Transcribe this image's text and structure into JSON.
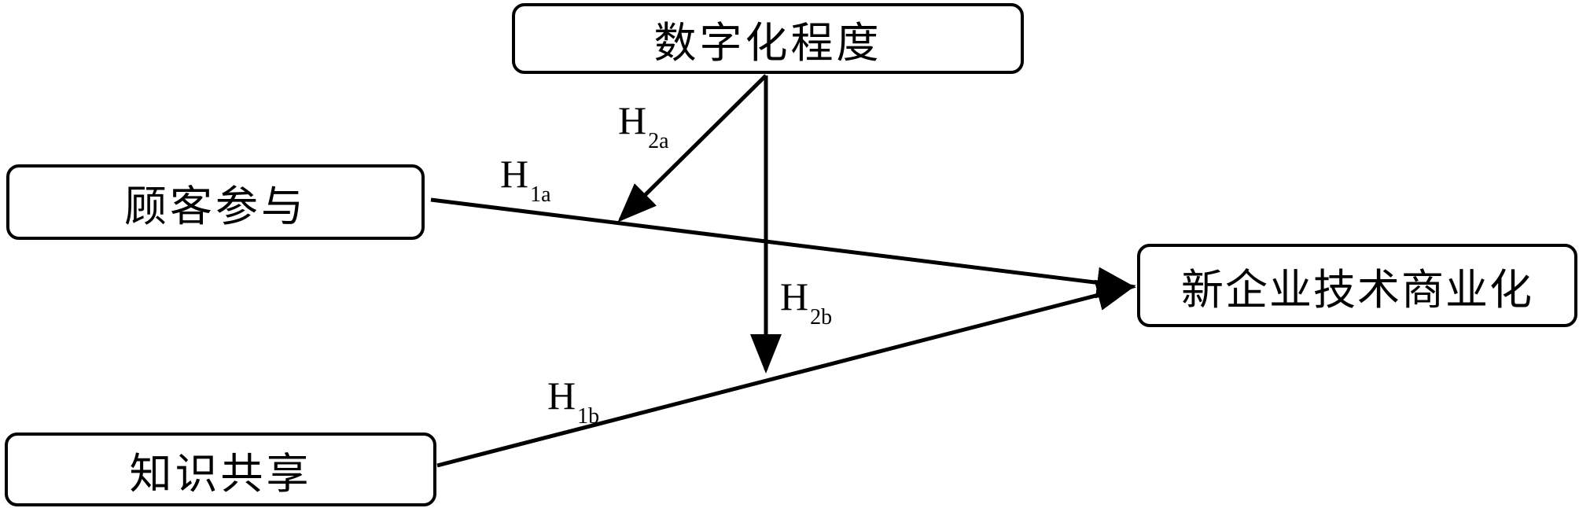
{
  "nodes": {
    "digital": "数字化程度",
    "customer": "顾客参与",
    "knowledge": "知识共享",
    "commercial": "新企业技术商业化"
  },
  "hypotheses": {
    "h1a": {
      "main": "H",
      "sub": "1a"
    },
    "h1b": {
      "main": "H",
      "sub": "1b"
    },
    "h2a": {
      "main": "H",
      "sub": "2a"
    },
    "h2b": {
      "main": "H",
      "sub": "2b"
    }
  },
  "colors": {
    "line": "#000000",
    "background": "#ffffff"
  }
}
